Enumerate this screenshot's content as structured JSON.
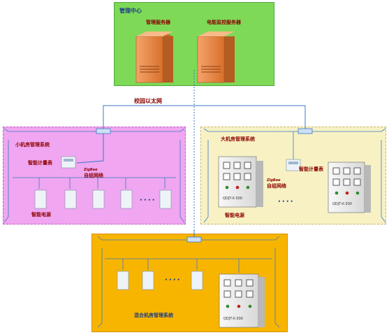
{
  "zones": {
    "management": {
      "title": "管理中心",
      "color": "#7ed957"
    },
    "small": {
      "title": "小机房管理系统",
      "color": "#f0a6f0"
    },
    "large": {
      "title": "大机房管理系统",
      "color": "#f7f1c4"
    },
    "hybrid": {
      "title": "混合机房管理系统",
      "color": "#f7b500"
    }
  },
  "servers": {
    "left": "管理服务器",
    "right": "电能监控服务器"
  },
  "network": {
    "campus": "校园以太网"
  },
  "small_room": {
    "meter": "智能计量表",
    "zigbee_brand": "ZigBee",
    "zigbee": "自组网络",
    "sockets": "智能电源"
  },
  "large_room": {
    "meter": "智能计量表",
    "zigbee_brand": "ZigBee",
    "zigbee": "自组网络",
    "cabinet_model": "QDJT-X-300",
    "sockets": "智能电源"
  },
  "hybrid_room": {
    "cabinet_model": "QDJT-X-300"
  },
  "ellipsis": "• • • •",
  "colors": {
    "line": "#3a78c8",
    "label_red": "#8b0000",
    "server_orange": "#e8884a"
  }
}
